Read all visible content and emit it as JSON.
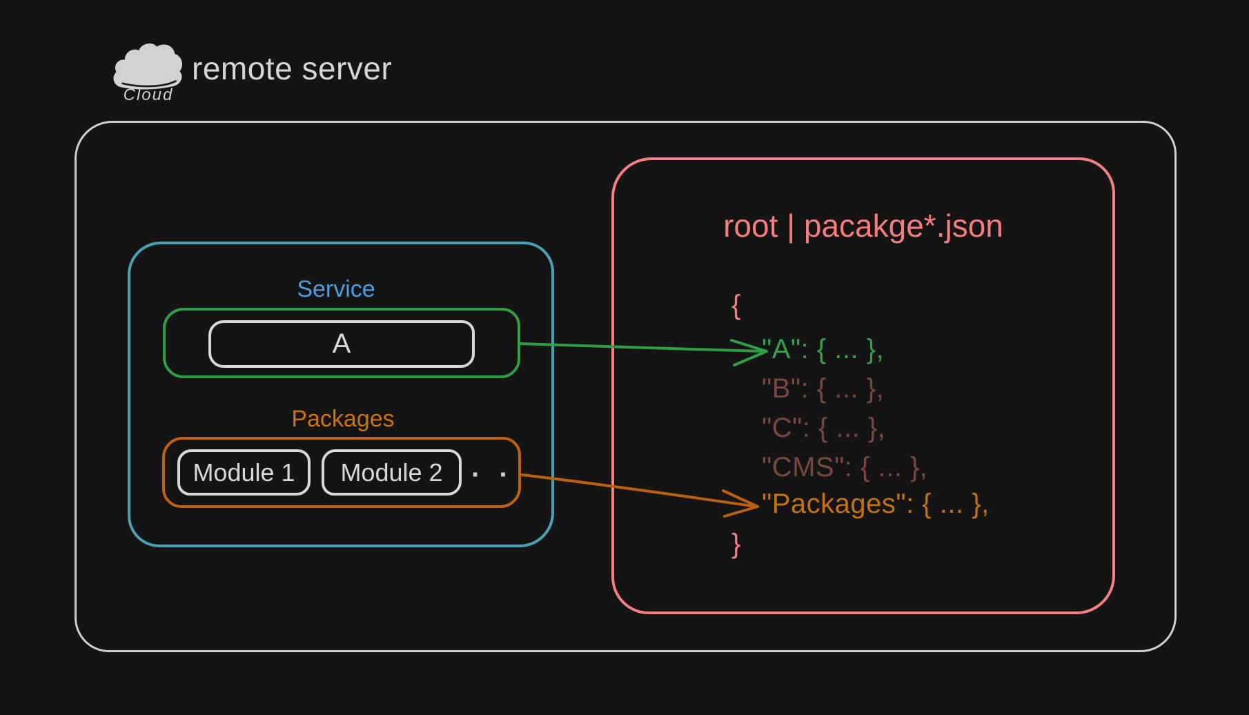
{
  "header": {
    "title": "remote server",
    "cloud_caption": "Cloud"
  },
  "remote_server_box": {
    "service_group": {
      "label": "Service",
      "node_a_label": "A"
    },
    "packages_group": {
      "label": "Packages",
      "module_1_label": "Module 1",
      "module_2_label": "Module 2",
      "more_indicator": "· ·"
    }
  },
  "config_panel": {
    "title": "root | pacakge*.json",
    "code": {
      "open_brace": "{",
      "lines": [
        {
          "text": "\"A\": { ... },",
          "emphasis": "active-green"
        },
        {
          "text": "\"B\": { ... },",
          "emphasis": "dimmed"
        },
        {
          "text": "\"C\": { ... },",
          "emphasis": "dimmed"
        },
        {
          "text": "\"CMS\": { ... },",
          "emphasis": "dimmed"
        },
        {
          "text": "\"Packages\": { ... },",
          "emphasis": "active-orange"
        }
      ],
      "close_brace": "}"
    }
  },
  "colors": {
    "background": "#141414",
    "outer_border": "#d0d0d0",
    "teal_border": "#4aa0b5",
    "green": "#2f9e44",
    "orange": "#c06010",
    "salmon": "#f58084",
    "blue_label": "#4d9ee0",
    "dimmed_code": "#7a473f",
    "text_light": "#d6d6d6"
  }
}
